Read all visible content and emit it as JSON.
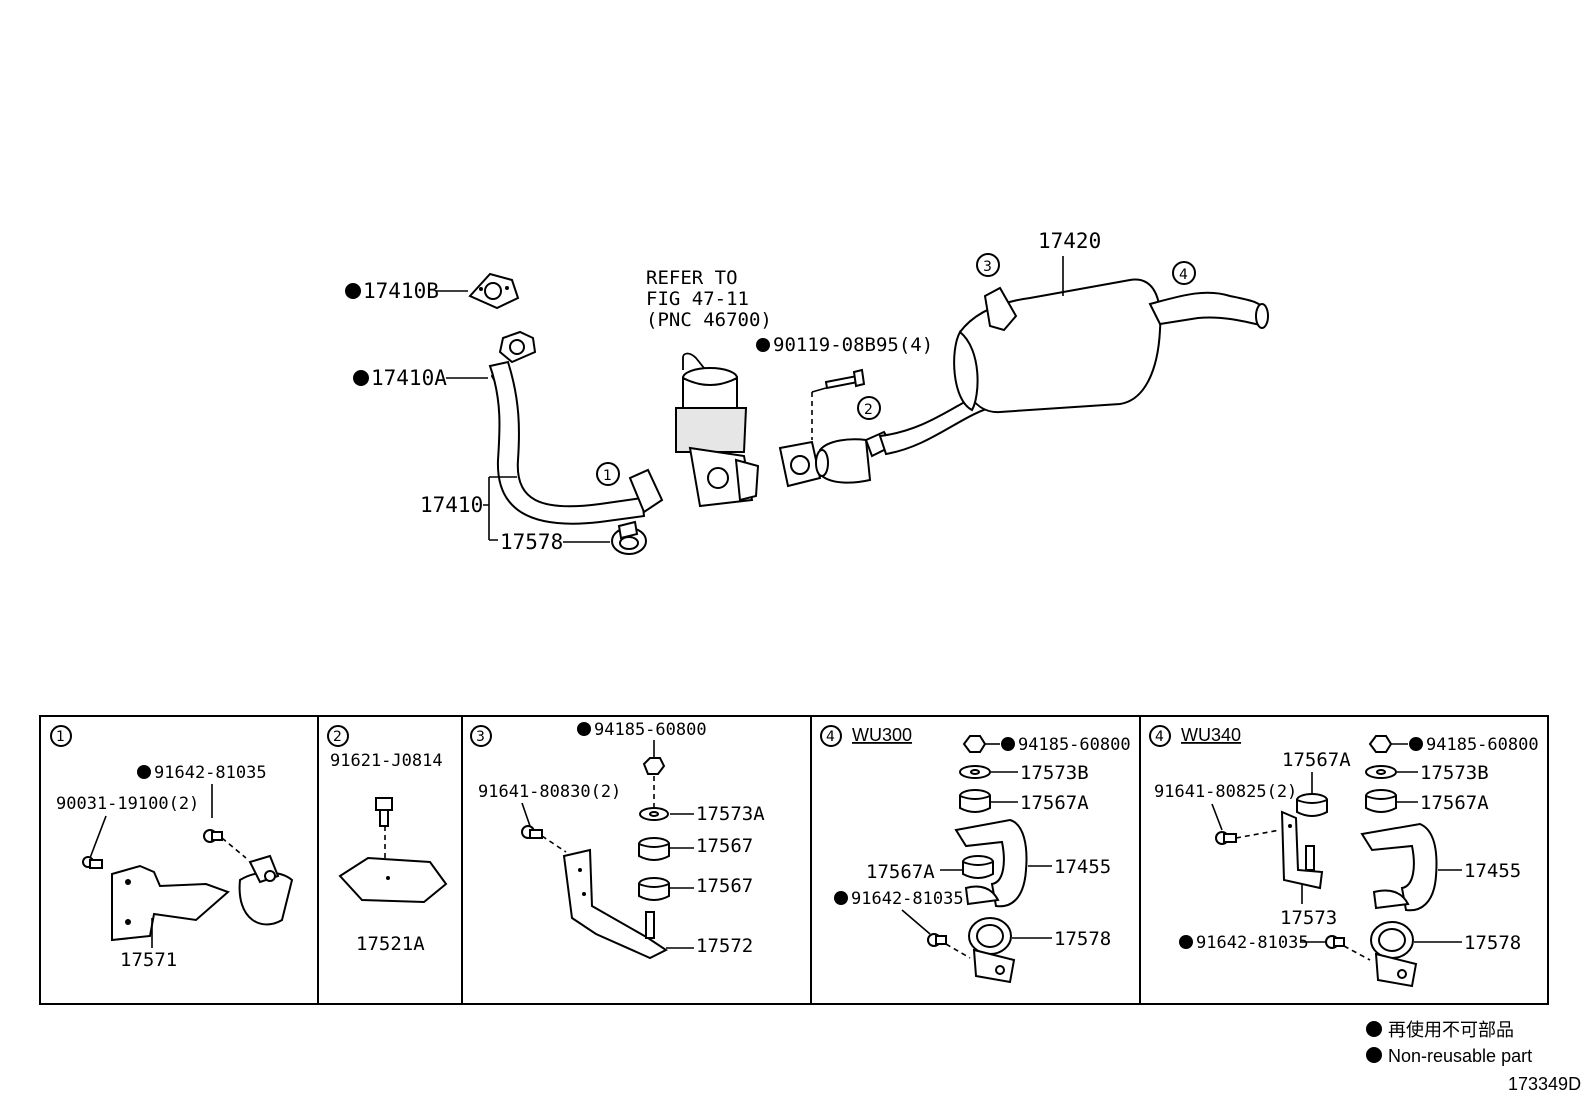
{
  "diagram_id": "173349D",
  "legend": {
    "jp": "再使用不可部品",
    "en": "Non-reusable part"
  },
  "main": {
    "labels": {
      "gasket_b": "17410B",
      "nut_a": "17410A",
      "pipe": "17410",
      "clamp": "17578",
      "refer_1": "REFER TO",
      "refer_2": "FIG 47-11",
      "refer_3": "(PNC 46700)",
      "bolt": "90119-08B95(4)",
      "muffler": "17420"
    },
    "markers": [
      "1",
      "2",
      "3",
      "4"
    ]
  },
  "panels": [
    {
      "marker": "1",
      "labels": [
        "91642-81035",
        "90031-19100(2)",
        "17571"
      ]
    },
    {
      "marker": "2",
      "labels": [
        "91621-J0814",
        "17521A"
      ]
    },
    {
      "marker": "3",
      "labels": [
        "94185-60800",
        "91641-80830(2)",
        "17573A",
        "17567",
        "17567",
        "17572"
      ]
    },
    {
      "marker": "4",
      "variant": "WU300",
      "labels": [
        "94185-60800",
        "17573B",
        "17567A",
        "17567A",
        "17455",
        "91642-81035",
        "17578"
      ]
    },
    {
      "marker": "4",
      "variant": "WU340",
      "labels": [
        "94185-60800",
        "17573B",
        "17567A",
        "17567A",
        "91641-80825(2)",
        "17455",
        "17573",
        "91642-81035",
        "17578"
      ]
    }
  ]
}
